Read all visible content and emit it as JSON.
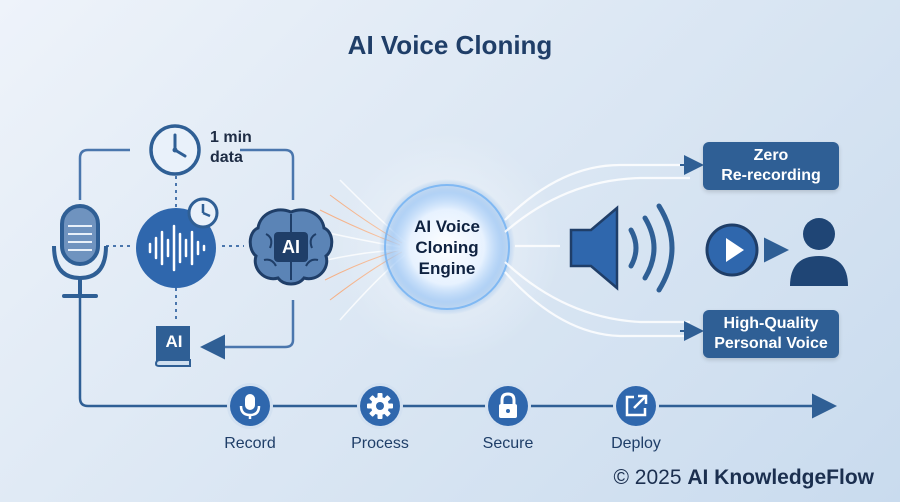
{
  "title": "AI Voice Cloning",
  "data_note": [
    "1 min",
    "data"
  ],
  "brain_badge": "AI",
  "book_badge": "AI",
  "engine_label": [
    "AI Voice",
    "Cloning",
    "Engine"
  ],
  "outputs": {
    "top": [
      "Zero",
      "Re-recording"
    ],
    "bottom": [
      "High-Quality",
      "Personal Voice"
    ]
  },
  "steps": [
    {
      "label": "Record",
      "icon": "microphone-icon"
    },
    {
      "label": "Process",
      "icon": "gear-icon"
    },
    {
      "label": "Secure",
      "icon": "lock-icon"
    },
    {
      "label": "Deploy",
      "icon": "export-icon"
    }
  ],
  "copyright": {
    "prefix": "© 2025 ",
    "brand": "AI KnowledgeFlow"
  },
  "colors": {
    "primary": "#2f5f95",
    "accent": "#2f67ad",
    "title": "#1f3e68",
    "glow": "#ffffff"
  }
}
